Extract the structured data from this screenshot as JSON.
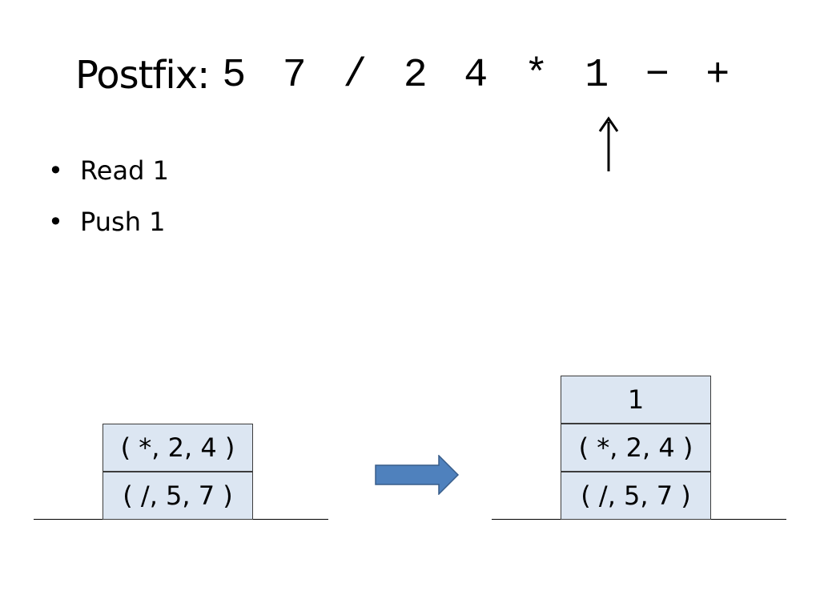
{
  "title": {
    "label": "Postfix:",
    "tokens": [
      "5",
      "7",
      "/",
      "2",
      "4",
      "*",
      "1",
      "−",
      "+"
    ]
  },
  "steps": [
    "Read 1",
    "Push 1"
  ],
  "bullet_glyph": "•",
  "stack_before": [
    "( /, 5, 7 )",
    "( *, 2, 4 )"
  ],
  "stack_after": [
    "( /, 5, 7 )",
    "( *, 2, 4 )",
    "1"
  ],
  "colors": {
    "stack_fill": "#dce6f2",
    "arrow_fill": "#4f81bd",
    "arrow_stroke": "#385d8a"
  }
}
